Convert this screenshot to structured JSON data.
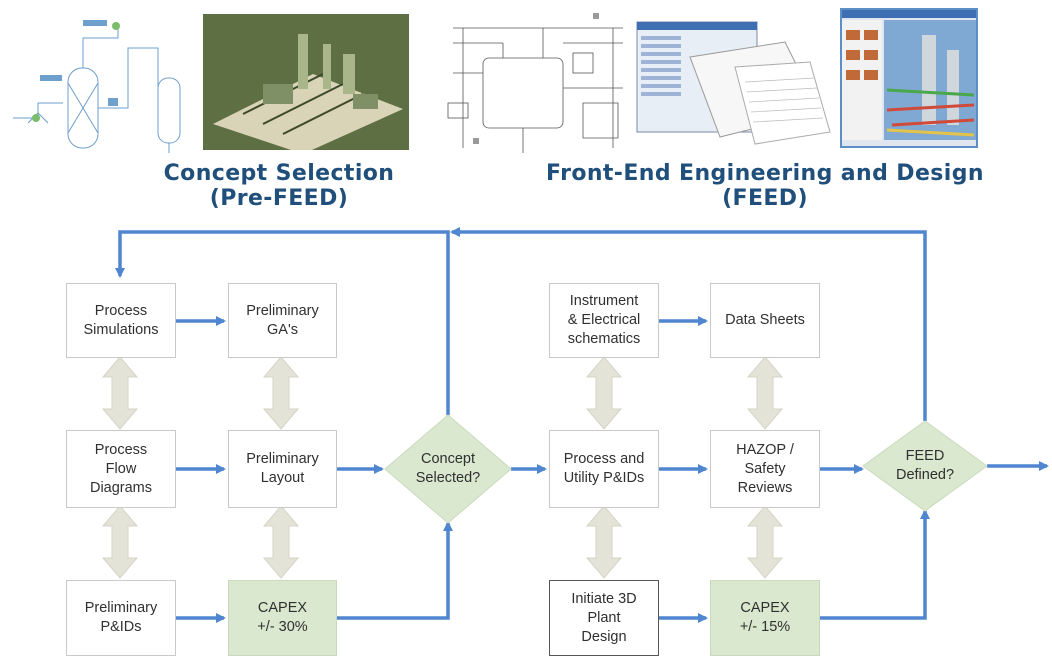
{
  "headings": {
    "concept": "Concept Selection\n(Pre-FEED)",
    "feed": "Front-End Engineering and Design\n(FEED)"
  },
  "thumbnails": [
    {
      "name": "process-schematic-thumbnail",
      "icon": "process-flow-sketch"
    },
    {
      "name": "3d-plant-model-thumbnail",
      "icon": "3d-plant-render"
    },
    {
      "name": "pid-drawing-thumbnail",
      "icon": "pid-schematic"
    },
    {
      "name": "software-screenshots-thumbnail",
      "icon": "stacked-app-windows"
    },
    {
      "name": "3d-plant-software-thumbnail",
      "icon": "3d-plant-app-window"
    }
  ],
  "boxes": {
    "process_simulations": "Process\nSimulations",
    "preliminary_gas": "Preliminary\nGA's",
    "process_flow_diagrams": "Process\nFlow\nDiagrams",
    "preliminary_layout": "Preliminary\nLayout",
    "preliminary_pids": "Preliminary\nP&IDs",
    "capex_30": "CAPEX\n+/- 30%",
    "instrument_electrical": "Instrument\n& Electrical\nschematics",
    "data_sheets": "Data Sheets",
    "process_utility_pids": "Process and\nUtility P&IDs",
    "hazop_safety": "HAZOP /\nSafety\nReviews",
    "initiate_3d": "Initiate 3D\nPlant\nDesign",
    "capex_15": "CAPEX\n+/- 15%"
  },
  "decisions": {
    "concept_selected": "Concept\nSelected?",
    "feed_defined": "FEED\nDefined?"
  },
  "colors": {
    "arrow": "#4f86cf",
    "decision_fill": "#d9e8cf",
    "capex_fill": "#d9e8cf",
    "double_arrow_fill": "#e3e3d8",
    "heading": "#1f4f7a"
  }
}
